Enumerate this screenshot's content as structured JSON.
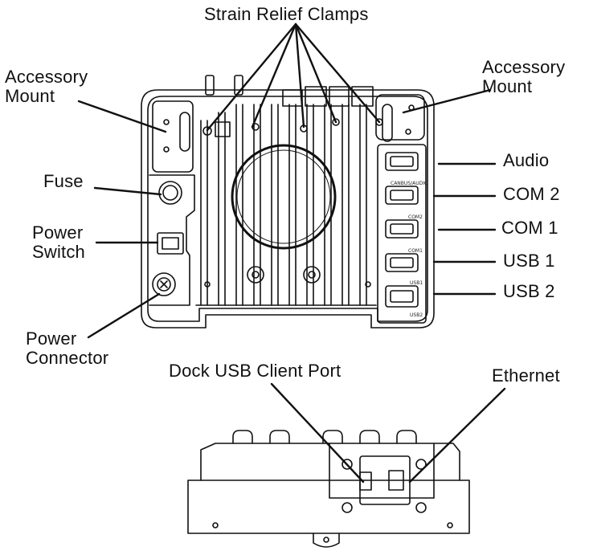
{
  "labels": {
    "strain_relief_clamps": "Strain Relief Clamps",
    "accessory_mount_left_1": "Accessory",
    "accessory_mount_left_2": "Mount",
    "accessory_mount_right_1": "Accessory",
    "accessory_mount_right_2": "Mount",
    "fuse": "Fuse",
    "power_switch_1": "Power",
    "power_switch_2": "Switch",
    "power_connector_1": "Power",
    "power_connector_2": "Connector",
    "audio": "Audio",
    "com2": "COM 2",
    "com1": "COM 1",
    "usb1": "USB 1",
    "usb2": "USB 2",
    "dock_usb_client_port": "Dock USB Client Port",
    "ethernet": "Ethernet"
  },
  "port_markings": {
    "canbus_audio": "CANBUS/AUDIO",
    "com2": "COM2",
    "com1": "COM1",
    "usb1": "USB1",
    "usb2": "USB2"
  },
  "colors": {
    "line": "#111111",
    "background": "#ffffff"
  }
}
